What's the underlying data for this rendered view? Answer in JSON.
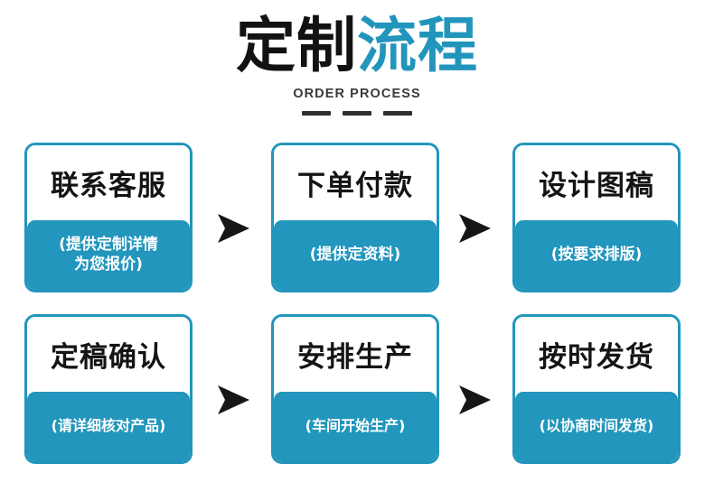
{
  "header": {
    "title_dark": "定制",
    "title_blue": "流程",
    "subtitle": "ORDER PROCESS",
    "dash_count": 3
  },
  "colors": {
    "brand_blue": "#2296bd",
    "title_dark": "#121212",
    "arrow_black": "#161616",
    "background": "#ffffff",
    "dash": "#2f2f2f"
  },
  "flow": {
    "rows": [
      {
        "steps": [
          {
            "title": "联系客服",
            "detail": "(提供定制详情\n为您报价)",
            "detail_lines": [
              "(提供定制详情",
              "为您报价)"
            ]
          },
          {
            "title": "下单付款",
            "detail": "(提供定资料)",
            "detail_lines": [
              "(提供定资料)"
            ]
          },
          {
            "title": "设计图稿",
            "detail": "(按要求排版)",
            "detail_lines": [
              "(按要求排版)"
            ]
          }
        ],
        "arrows": [
          "arrow-right-icon",
          "arrow-right-icon"
        ]
      },
      {
        "steps": [
          {
            "title": "定稿确认",
            "detail": "(请详细核对产品)",
            "detail_lines": [
              "(请详细核对产品)"
            ]
          },
          {
            "title": "安排生产",
            "detail": "(车间开始生产)",
            "detail_lines": [
              "(车间开始生产)"
            ]
          },
          {
            "title": "按时发货",
            "detail": "(以协商时间发货)",
            "detail_lines": [
              "(以协商时间发货)"
            ]
          }
        ],
        "arrows": [
          "arrow-right-icon",
          "arrow-right-icon"
        ]
      }
    ]
  }
}
